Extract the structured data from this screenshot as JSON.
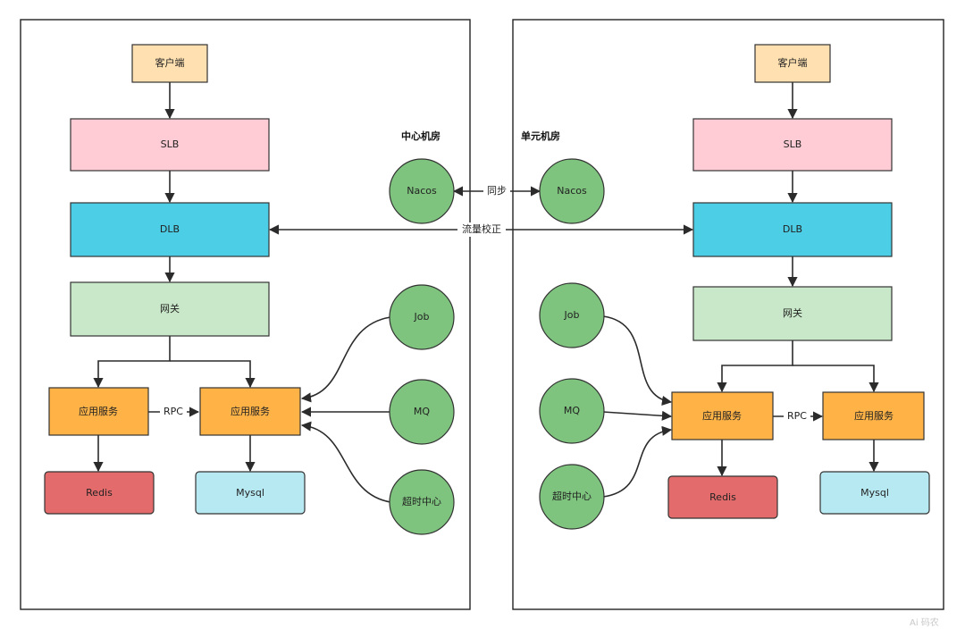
{
  "regions": {
    "center": "中心机房",
    "unit": "单元机房"
  },
  "nodes": {
    "client": "客户端",
    "slb": "SLB",
    "dlb": "DLB",
    "gateway": "网关",
    "app": "应用服务",
    "redis": "Redis",
    "mysql": "Mysql",
    "nacos": "Nacos",
    "job": "Job",
    "mq": "MQ",
    "timeout": "超时中心"
  },
  "edges": {
    "rpc": "RPC",
    "sync": "同步",
    "traffic": "流量校正"
  },
  "watermark": "Ai 码农"
}
